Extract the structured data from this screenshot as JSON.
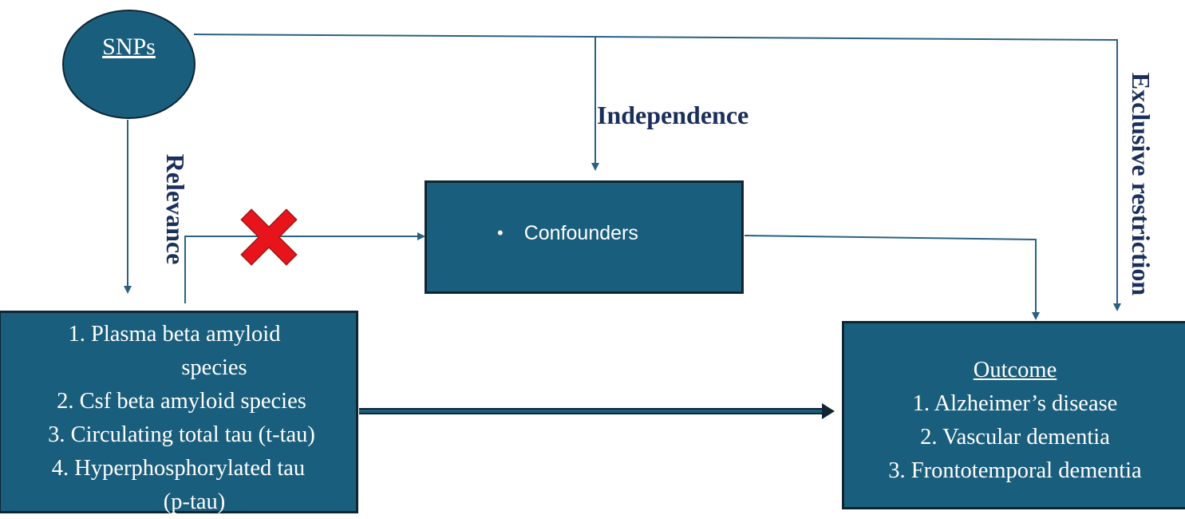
{
  "snps": {
    "label": "SNPs"
  },
  "labels": {
    "independence": "Independence",
    "relevance": "Relevance",
    "exclusive_restriction": "Exclusive restriction"
  },
  "confounders": {
    "bullet": "•",
    "label": "Confounders"
  },
  "exposures": {
    "lines": [
      "1.   Plasma beta amyloid",
      "species",
      "2.   Csf beta amyloid species",
      "3.   Circulating total tau (t-tau)",
      "4.   Hyperphosphorylated tau",
      "(p-tau)"
    ]
  },
  "outcome": {
    "title": "Outcome",
    "items": [
      "1. Alzheimer’s disease",
      "2. Vascular dementia",
      "3. Frontotemporal dementia"
    ]
  },
  "colors": {
    "box_fill": "#1a5e7d",
    "box_border": "#0f2533",
    "arrow": "#2a6182",
    "label_text": "#1b2f5b",
    "cross": "#e8141b"
  },
  "icons": {
    "blocked_path": "red-x-cross-icon"
  }
}
